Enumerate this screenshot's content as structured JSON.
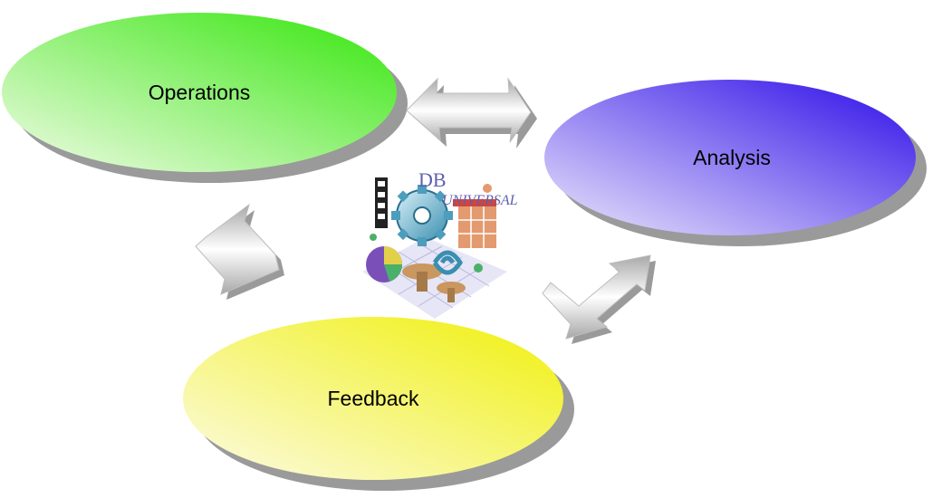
{
  "diagram": {
    "nodes": [
      {
        "id": "operations",
        "label": "Operations",
        "fill_light": "#f3fce9",
        "fill_dark": "#33e60a"
      },
      {
        "id": "analysis",
        "label": "Analysis",
        "fill_light": "#ede9fb",
        "fill_dark": "#2b0be8"
      },
      {
        "id": "feedback",
        "label": "Feedback",
        "fill_light": "#fcfbe6",
        "fill_dark": "#f0f00a"
      }
    ],
    "connections": [
      {
        "from": "operations",
        "to": "analysis",
        "style": "double-arrow"
      },
      {
        "from": "operations",
        "to": "feedback",
        "style": "double-arrow"
      },
      {
        "from": "analysis",
        "to": "feedback",
        "style": "double-arrow"
      }
    ],
    "center_logo": {
      "text_top": "DB",
      "text_main": "UNIVERSAL",
      "icon": "db-universal-logo"
    },
    "colors": {
      "shadow": "#9a9a9a",
      "arrow_light": "#ffffff",
      "arrow_dark": "#a8a8a8",
      "logo_text": "#5f5fb0"
    }
  }
}
